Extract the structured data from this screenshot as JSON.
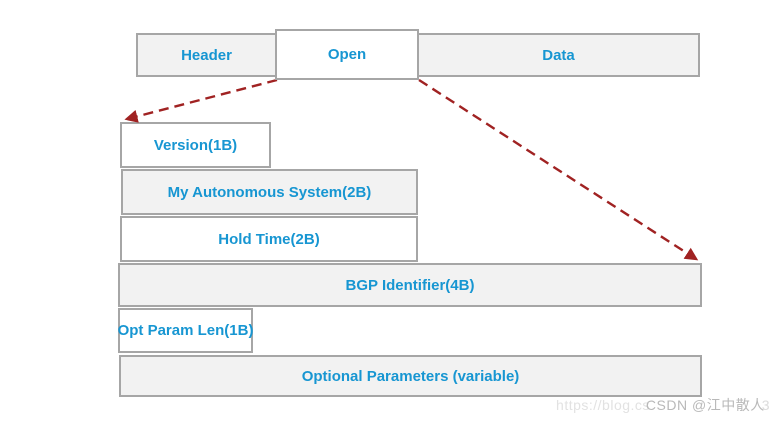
{
  "diagram": {
    "title_semantic": "BGP Open message structure",
    "top_row": {
      "header": "Header",
      "open": "Open",
      "data": "Data"
    },
    "fields": {
      "version": "Version(1B)",
      "my_as": "My Autonomous System(2B)",
      "hold_time": "Hold Time(2B)",
      "bgp_identifier": "BGP Identifier(4B)",
      "opt_param_len": "Opt Param Len(1B)",
      "optional_parameters": "Optional Parameters (variable)"
    }
  },
  "watermark": {
    "url_prefix": "https://blog.cs",
    "handle": "CSDN @江中散人",
    "url_suffix": "3"
  },
  "colors": {
    "label_blue": "#1796d2",
    "box_border": "#a6a6a6",
    "fill_gray": "#f2f2f2",
    "fill_white": "#ffffff",
    "arrow_red": "#a02222",
    "watermark_light": "#e2e2e2",
    "watermark_gray": "#b9b9b9"
  }
}
